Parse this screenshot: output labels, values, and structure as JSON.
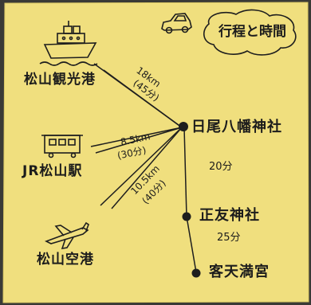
{
  "colors": {
    "paper": "#f0df7e",
    "ink": "#1e1e1e",
    "frame": "#3a3a36"
  },
  "title": "行程と時間",
  "hub": {
    "name": "日尾八幡神社",
    "icon": "node-dot"
  },
  "places": {
    "port": {
      "name": "松山観光港",
      "icon": "ship-icon"
    },
    "station": {
      "name": "JR松山駅",
      "icon": "train-icon"
    },
    "airport": {
      "name": "松山空港",
      "icon": "airplane-icon"
    },
    "masatomo": {
      "name": "正友神社",
      "icon": "node-dot"
    },
    "kyakuten": {
      "name": "客天満宮",
      "icon": "node-dot"
    }
  },
  "routes": {
    "port": {
      "distance": "18km",
      "time": "(45分)"
    },
    "station": {
      "distance": "8.5km",
      "time": "(30分)"
    },
    "airport": {
      "distance": "10.5km",
      "time": "(40分)"
    },
    "hub_masatomo": {
      "time": "20分"
    },
    "masatomo_kyakuten": {
      "time": "25分"
    }
  },
  "decor": {
    "car": "car-icon"
  }
}
